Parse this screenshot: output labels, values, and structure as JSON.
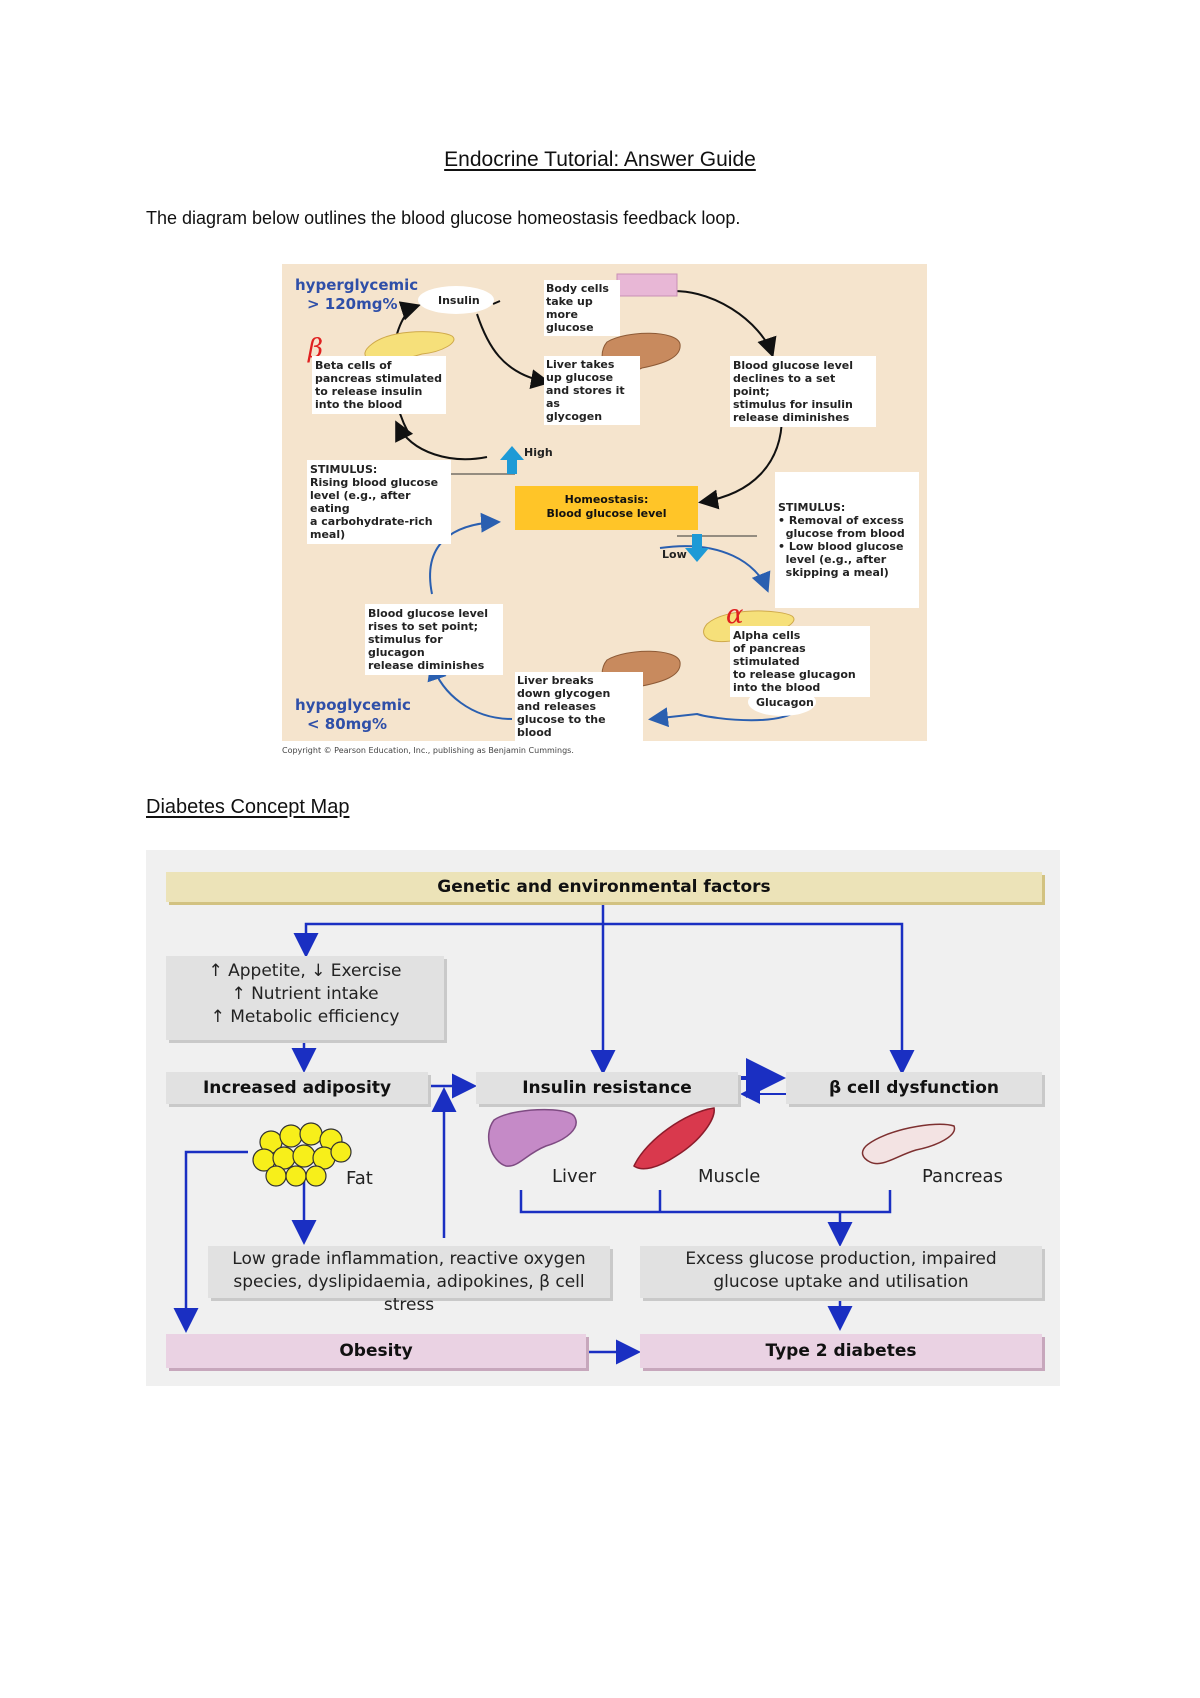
{
  "doc": {
    "title": "Endocrine Tutorial: Answer Guide",
    "intro": "The diagram below outlines the blood glucose homeostasis feedback loop.",
    "section2_heading": "Diabetes Concept Map"
  },
  "glucose_loop": {
    "hyper_line1": "hyperglycemic",
    "hyper_line2": "> 120mg%",
    "hypo_line1": "hypoglycemic",
    "hypo_line2": "< 80mg%",
    "beta_symbol": "β",
    "alpha_symbol": "α",
    "insulin": "Insulin",
    "glucagon": "Glucagon",
    "high": "High",
    "low": "Low",
    "body_cells": [
      "Body cells",
      "take up more",
      "glucose"
    ],
    "beta_cells": [
      "Beta cells of",
      "pancreas stimulated",
      "to release insulin",
      "into the blood"
    ],
    "liver_takes": [
      "Liver takes",
      "up glucose",
      "and stores it as",
      "glycogen"
    ],
    "declines": [
      "Blood glucose level",
      "declines to a set point;",
      "stimulus for insulin",
      "release diminishes"
    ],
    "stim_rising": [
      "STIMULUS:",
      "Rising blood glucose",
      "level (e.g., after eating",
      "a carbohydrate-rich",
      "meal)"
    ],
    "homeostasis": [
      "Homeostasis:",
      "Blood glucose level"
    ],
    "stim_low": [
      "STIMULUS:",
      "• Removal of excess",
      "  glucose from blood",
      "• Low blood glucose",
      "  level (e.g., after",
      "  skipping a meal)"
    ],
    "rises": [
      "Blood glucose level",
      "rises to set point;",
      "stimulus for glucagon",
      "release diminishes"
    ],
    "alpha_cells": [
      "Alpha cells",
      "of pancreas stimulated",
      "to release glucagon",
      "into the blood"
    ],
    "liver_breaks": [
      "Liver breaks",
      "down glycogen",
      "and releases",
      "glucose to the blood"
    ],
    "copyright": "Copyright © Pearson Education, Inc., publishing as Benjamin Cummings."
  },
  "concept_map": {
    "genetic": "Genetic and environmental factors",
    "lifestyle": [
      "↑ Appetite, ↓ Exercise",
      "↑ Nutrient intake",
      "↑ Metabolic efficiency"
    ],
    "adiposity": "Increased adiposity",
    "insulin_resistance": "Insulin resistance",
    "beta_dysfunction": "β cell dysfunction",
    "fat": "Fat",
    "liver": "Liver",
    "muscle": "Muscle",
    "pancreas": "Pancreas",
    "inflammation": [
      "Low grade inflammation, reactive oxygen",
      "species, dyslipidaemia, adipokines, β cell stress"
    ],
    "excess_glucose": [
      "Excess glucose production, impaired",
      "glucose uptake and utilisation"
    ],
    "obesity": "Obesity",
    "type2": "Type 2 diabetes",
    "colors": {
      "arrow_blue": "#1a2fc2",
      "loop_black": "#111111",
      "loop_blue": "#2a5fb0"
    }
  }
}
